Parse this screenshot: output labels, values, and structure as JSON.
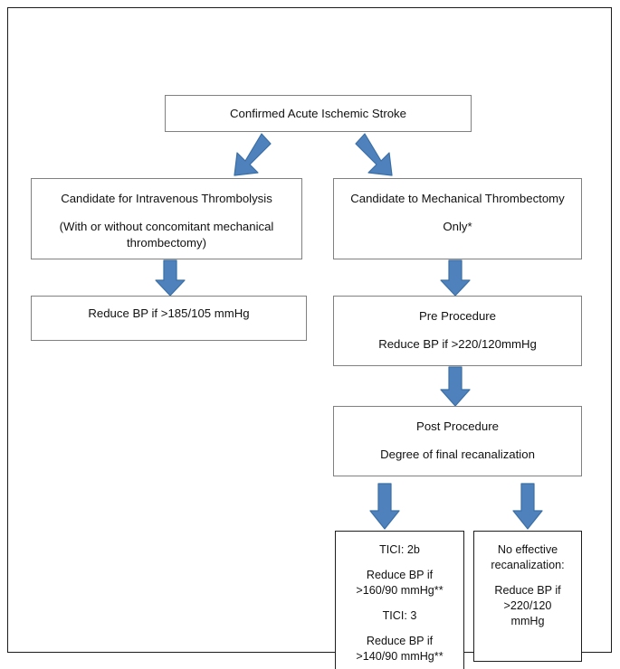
{
  "figure": {
    "title": "Acute Ischemic Stroke Blood Pressure Management Flowchart",
    "accent_color": "#4F81BD",
    "arrow_stroke_color": "#3A6FA5",
    "box_border_color": "#808080",
    "frame_border_color": "#1b1b1b",
    "text_color": "#111111"
  },
  "nodes": {
    "confirmed_stroke": {
      "id": "confirmed-acute-ischemic-stroke",
      "lines": [
        "Confirmed Acute Ischemic Stroke"
      ]
    },
    "iv_thrombolysis": {
      "id": "candidate-for-intravenous-thrombolysis",
      "line1": "Candidate for Intravenous Thrombolysis",
      "line2": "(With or without concomitant mechanical",
      "line3": "thrombectomy)"
    },
    "mechanical_thrombectomy_only": {
      "id": "candidate-to-mechanical-thrombectomy-only",
      "line1": "Candidate to Mechanical Thrombectomy",
      "line2": "Only*"
    },
    "reduce_bp_185": {
      "id": "reduce-bp-185-105",
      "line1": "Reduce BP if >185/105 mmHg"
    },
    "pre_procedure": {
      "id": "pre-procedure",
      "line1": "Pre Procedure",
      "line2": "Reduce BP if >220/120mmHg"
    },
    "post_procedure": {
      "id": "post-procedure",
      "line1": "Post Procedure",
      "line2": "Degree of final recanalization"
    },
    "tici_outcome": {
      "id": "tici-outcome",
      "line1": "TICI: 2b",
      "line2": "Reduce BP if",
      "line3": ">160/90 mmHg**",
      "line4": "TICI: 3",
      "line5": "Reduce BP if",
      "line6": ">140/90 mmHg**"
    },
    "no_effective_recanalization": {
      "id": "no-effective-recanalization",
      "line1": "No effective",
      "line2": "recanalization:",
      "line3": "Reduce BP if",
      "line4": ">220/120",
      "line5": "mmHg"
    }
  },
  "arrows": [
    {
      "name": "arrow-confirmed-to-iv-thrombolysis",
      "direction": "down-left-diagonal",
      "icon": "arrow-diagonal-down-left-icon"
    },
    {
      "name": "arrow-confirmed-to-mechanical-thrombectomy",
      "direction": "down-right-diagonal",
      "icon": "arrow-diagonal-down-right-icon"
    },
    {
      "name": "arrow-iv-thrombolysis-to-reduce-bp-185",
      "direction": "down",
      "icon": "arrow-down-icon"
    },
    {
      "name": "arrow-mechanical-thrombectomy-to-pre-procedure",
      "direction": "down",
      "icon": "arrow-down-icon"
    },
    {
      "name": "arrow-pre-procedure-to-post-procedure",
      "direction": "down",
      "icon": "arrow-down-icon"
    },
    {
      "name": "arrow-post-procedure-to-tici",
      "direction": "down",
      "icon": "arrow-down-icon"
    },
    {
      "name": "arrow-post-procedure-to-no-recanalization",
      "direction": "down",
      "icon": "arrow-down-icon"
    }
  ]
}
